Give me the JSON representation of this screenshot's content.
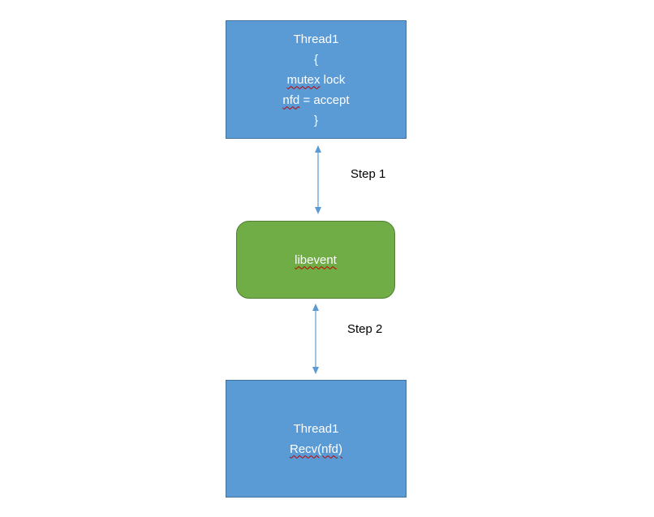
{
  "diagram": {
    "top_box": {
      "title": "Thread1",
      "open_brace": "{",
      "line_mutex_word": "mutex",
      "line_mutex_rest": " lock",
      "line_nfd_word": "nfd",
      "line_nfd_rest": " = accept",
      "close_brace": "}",
      "fill_color": "#5b9bd5",
      "border_color": "#41719c"
    },
    "middle_box": {
      "label": "libevent",
      "fill_color": "#70ad47",
      "border_color": "#507e32"
    },
    "bottom_box": {
      "title": "Thread1",
      "call": "Recv(nfd)",
      "fill_color": "#5b9bd5",
      "border_color": "#41719c"
    },
    "connectors": {
      "step1_label": "Step 1",
      "step2_label": "Step 2",
      "arrow_color": "#5b9bd5",
      "arrow_style": "double-headed"
    },
    "text_color": "#ffffff",
    "spellcheck_underline_color": "#c00000"
  }
}
